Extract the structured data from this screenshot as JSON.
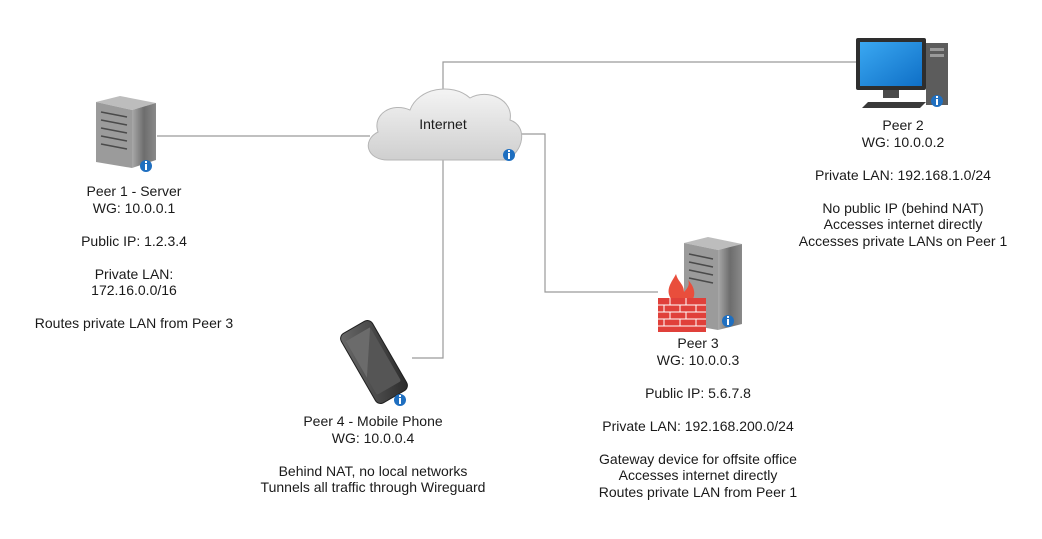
{
  "cloud": {
    "label": "Internet"
  },
  "peers": [
    {
      "id": "peer1",
      "device": "server-icon",
      "lines": [
        "Peer 1 - Server",
        "WG: 10.0.0.1",
        "",
        "Public IP: 1.2.3.4",
        "",
        "Private LAN:",
        "172.16.0.0/16",
        "",
        "Routes private LAN from Peer 3"
      ]
    },
    {
      "id": "peer2",
      "device": "desktop-computer-icon",
      "lines": [
        "Peer 2",
        "WG: 10.0.0.2",
        "",
        "Private LAN: 192.168.1.0/24",
        "",
        "No public IP (behind NAT)",
        "Accesses internet directly",
        "Accesses private LANs on Peer 1"
      ]
    },
    {
      "id": "peer3",
      "device": "firewall-server-icon",
      "lines": [
        "Peer 3",
        "WG: 10.0.0.3",
        "",
        "Public IP: 5.6.7.8",
        "",
        "Private LAN: 192.168.200.0/24",
        "",
        "Gateway device for offsite office",
        "Accesses internet directly",
        "Routes private LAN from Peer 1"
      ]
    },
    {
      "id": "peer4",
      "device": "mobile-phone-icon",
      "lines": [
        "Peer 4 - Mobile Phone",
        "WG: 10.0.0.4",
        "",
        "Behind NAT, no local networks",
        "Tunnels all traffic through Wireguard"
      ]
    }
  ],
  "colors": {
    "connector": "#9a9a9a",
    "cloud_fill": "#e3e3e3",
    "info_badge": "#1f6fc0",
    "server_body": "#7d7d7d",
    "monitor_screen": "#1e90e8",
    "firewall_brick": "#e0403a"
  }
}
